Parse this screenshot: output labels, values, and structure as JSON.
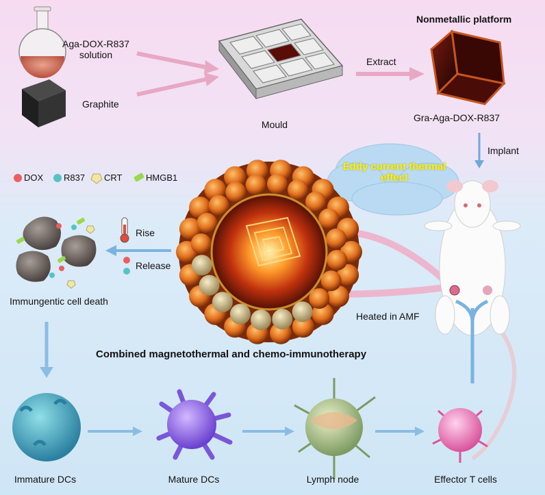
{
  "top": {
    "solution_label": "Aga-DOX-R837\nsolution",
    "graphite_label": "Graphite",
    "mould_label": "Mould",
    "extract_label": "Extract",
    "platform_title": "Nonmetallic platform",
    "product_label": "Gra-Aga-DOX-R837",
    "implant_label": "Implant"
  },
  "legend": {
    "items": [
      {
        "label": "DOX",
        "color": "#e9605f"
      },
      {
        "label": "R837",
        "color": "#56c2c8"
      },
      {
        "label": "CRT",
        "color": "#f0e6a6"
      },
      {
        "label": "HMGB1",
        "color": "#9ad84c"
      }
    ]
  },
  "middle": {
    "eddy_label": "Eddy current thermal\neffect",
    "rise_label": "Rise",
    "release_label": "Release",
    "icd_label": "Immungentic cell death",
    "amf_label": "Heated in AMF",
    "headline": "Combined magnetothermal and chemo-immunotherapy"
  },
  "bottom": {
    "cells": [
      {
        "label": "Immature DCs",
        "color": "#4fb0c4"
      },
      {
        "label": "Mature DCs",
        "color": "#9a7be6"
      },
      {
        "label": "Lymph node",
        "color": "#a9c48f"
      },
      {
        "label": "Effector T cells",
        "color": "#ee86c2"
      }
    ]
  }
}
